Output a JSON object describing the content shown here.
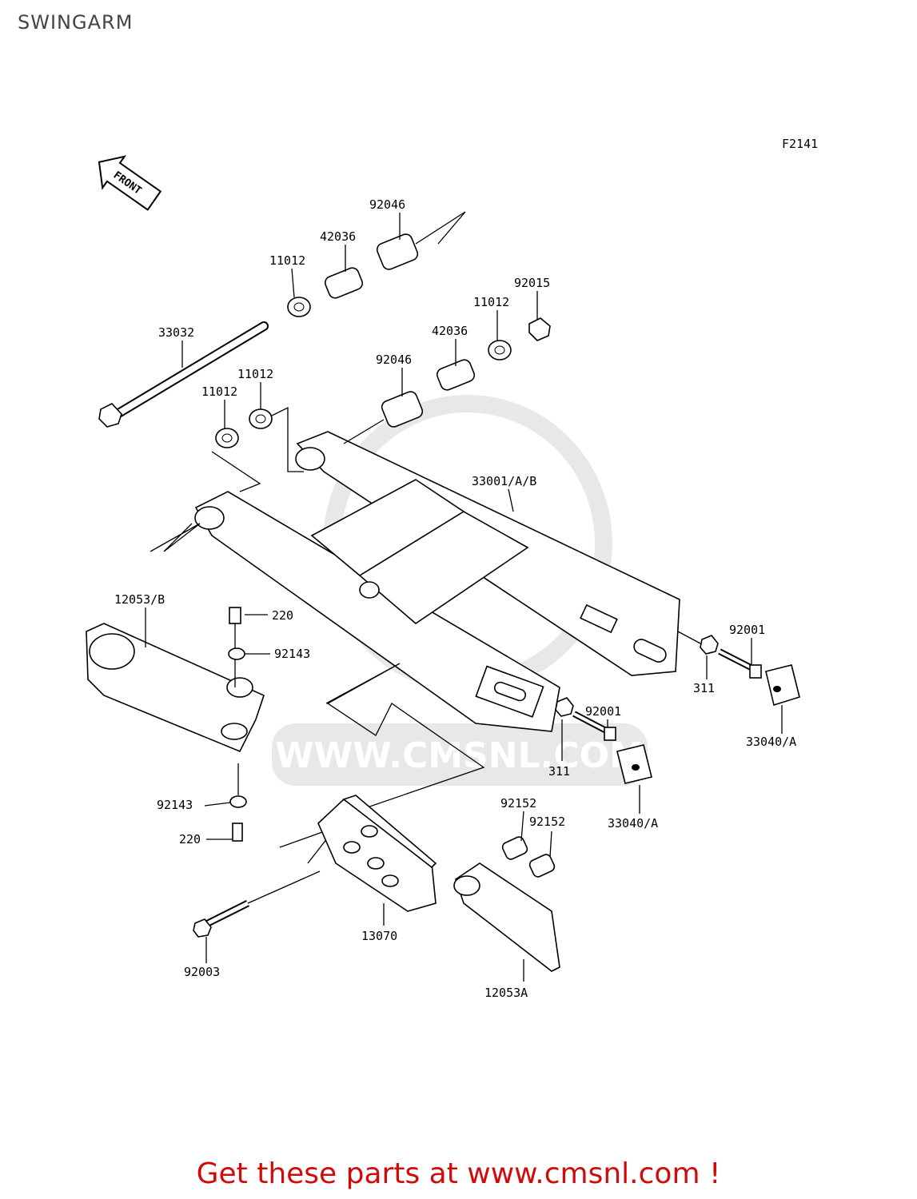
{
  "title": "SWINGARM",
  "figure_code": "F2141",
  "front_arrow_label": "FRONT",
  "watermark": "WWW.CMSNL.COM",
  "part_labels": {
    "p92046_top": "92046",
    "p42036_top": "42036",
    "p11012_top": "11012",
    "p92015": "92015",
    "p11012_right": "11012",
    "p42036_mid": "42036",
    "p33032": "33032",
    "p92046_mid": "92046",
    "p11012_a": "11012",
    "p11012_b": "11012",
    "p33001": "33001/A/B",
    "p12053b": "12053/B",
    "p220_top": "220",
    "p92143_top": "92143",
    "p92001_right": "92001",
    "p311_right": "311",
    "p33040_right": "33040/A",
    "p92001_mid": "92001",
    "p311_mid": "311",
    "p33040_mid": "33040/A",
    "p92143_bot": "92143",
    "p220_bot": "220",
    "p92152_a": "92152",
    "p92152_b": "92152",
    "p13070": "13070",
    "p92003": "92003",
    "p12053a": "12053A"
  },
  "footer": "Get these parts at www.cmsnl.com !"
}
